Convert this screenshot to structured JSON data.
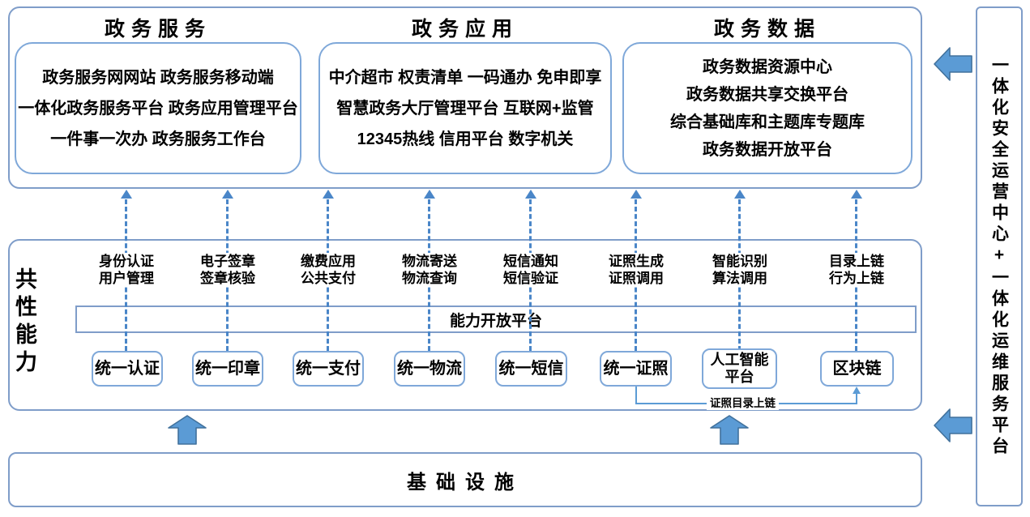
{
  "diagram": {
    "top_sections": [
      {
        "title": "政务服务",
        "lines": [
          "政务服务网网站 政务服务移动端",
          "一体化政务服务平台 政务应用管理平台",
          "一件事一次办 政务服务工作台"
        ]
      },
      {
        "title": "政务应用",
        "lines": [
          "中介超市 权责清单 一码通办 免申即享",
          "智慧政务大厅管理平台 互联网+监管",
          "12345热线 信用平台 数字机关"
        ]
      },
      {
        "title": "政务数据",
        "lines": [
          "政务数据资源中心",
          "政务数据共享交换平台",
          "综合基础库和主题库专题库",
          "政务数据开放平台"
        ]
      }
    ],
    "capability": {
      "side_label": "共性能力",
      "open_platform_bar": "能力开放平台",
      "columns": [
        {
          "services": "身份认证\n用户管理",
          "platform": "统一认证"
        },
        {
          "services": "电子签章\n签章核验",
          "platform": "统一印章"
        },
        {
          "services": "缴费应用\n公共支付",
          "platform": "统一支付"
        },
        {
          "services": "物流寄送\n物流查询",
          "platform": "统一物流"
        },
        {
          "services": "短信通知\n短信验证",
          "platform": "统一短信"
        },
        {
          "services": "证照生成\n证照调用",
          "platform": "统一证照"
        },
        {
          "services": "智能识别\n算法调用",
          "platform": "人工智能\n平台"
        },
        {
          "services": "目录上链\n行为上链",
          "platform": "区块链"
        }
      ],
      "connector_label": "证照目录上链"
    },
    "infrastructure_label": "基础设施",
    "right_bar_label": "一体化安全运营中心+一体化运维服务平台",
    "colors": {
      "container_border": "#7f9dc9",
      "inner_border": "#7fa8d9",
      "dash_blue": "#4a86c8",
      "arrow_fill": "#5b9bd5",
      "arrow_stroke": "#41719c"
    }
  }
}
